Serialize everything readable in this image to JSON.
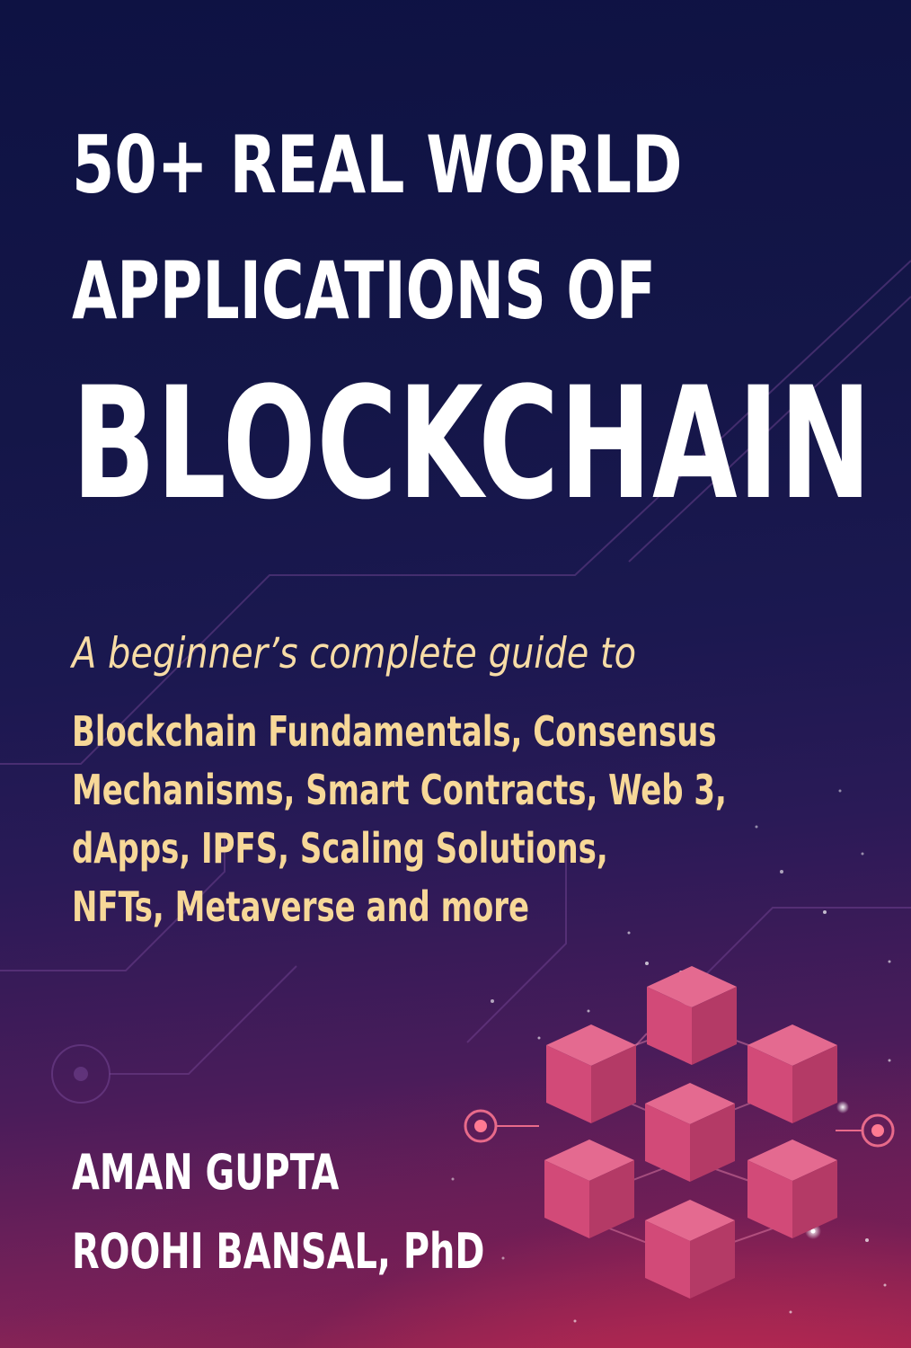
{
  "cover": {
    "title_lines": [
      "50+ REAL WORLD",
      "APPLICATIONS OF",
      "BLOCKCHAIN"
    ],
    "subtitle_intro": "A beginner’s complete guide to",
    "subtitle_topics": [
      "Blockchain Fundamentals, Consensus",
      "Mechanisms, Smart Contracts, Web 3,",
      "dApps, IPFS, Scaling Solutions,",
      "NFTs, Metaverse and more"
    ],
    "authors": [
      "AMAN GUPTA",
      "ROOHI BANSAL, PhD"
    ]
  },
  "colors": {
    "background_top": "#0e1243",
    "background_bottom": "#a52a52",
    "title": "#ffffff",
    "subtitle": "#f7d898",
    "cube_front": "#d24a78",
    "cube_top": "#e46a90",
    "cube_side": "#b43a66"
  },
  "artwork": {
    "cube_network": "cube-cluster-icon",
    "circuit_lines": "circuit-line-icon"
  }
}
